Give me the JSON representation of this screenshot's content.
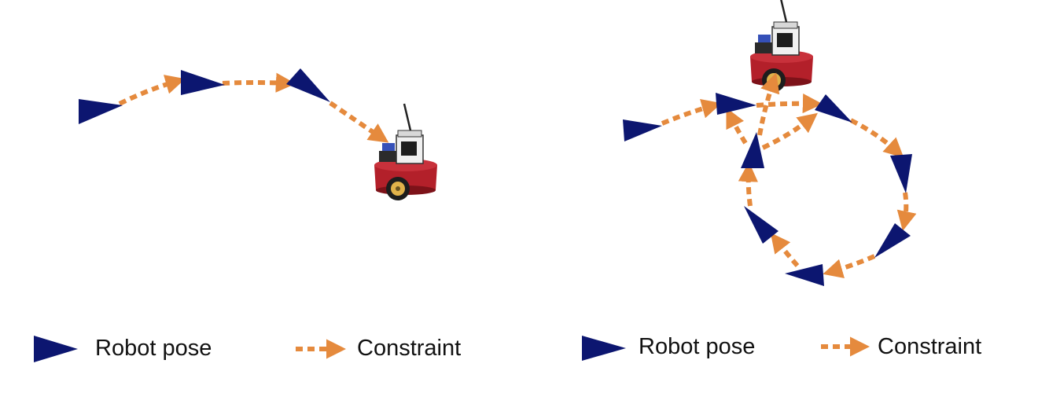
{
  "colors": {
    "pose": "#0c1670",
    "constraint": "#e58a3d",
    "robot_body": "#b3202a",
    "robot_wheel": "#e0b24a",
    "robot_sensor": "#3550b8"
  },
  "icons": {
    "pose": "triangle-arrow-icon",
    "constraint": "dashed-arrow-icon",
    "robot": "mobile-robot-icon"
  },
  "panels": [
    {
      "id": "left",
      "legend": {
        "pose_label": "Robot pose",
        "constraint_label": "Constraint"
      }
    },
    {
      "id": "right",
      "legend": {
        "pose_label": "Robot pose",
        "constraint_label": "Constraint"
      }
    }
  ]
}
